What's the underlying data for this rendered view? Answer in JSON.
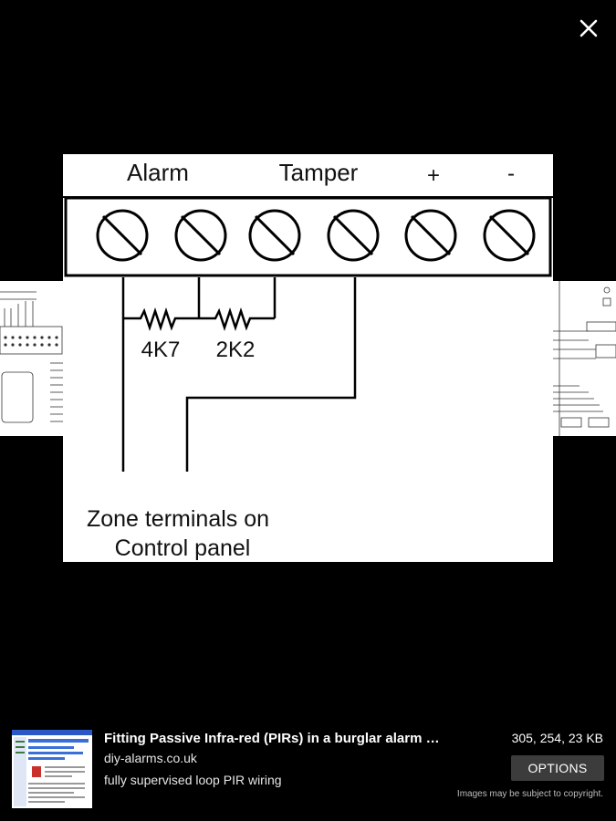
{
  "viewer": {
    "close_icon": "close-icon"
  },
  "diagram": {
    "terminal_labels": [
      "Alarm",
      "Tamper",
      "+",
      "-"
    ],
    "resistor_labels": [
      "4K7",
      "2K2"
    ],
    "zone_caption_line1": "Zone terminals on",
    "zone_caption_line2": "Control panel"
  },
  "result": {
    "title": "Fitting Passive Infra-red (PIRs) in a burglar alarm syst…",
    "domain": "diy-alarms.co.uk",
    "caption": "fully supervised loop PIR wiring",
    "meta": "305, 254, 23 KB",
    "options_label": "OPTIONS",
    "copyright": "Images may be subject to copyright."
  }
}
